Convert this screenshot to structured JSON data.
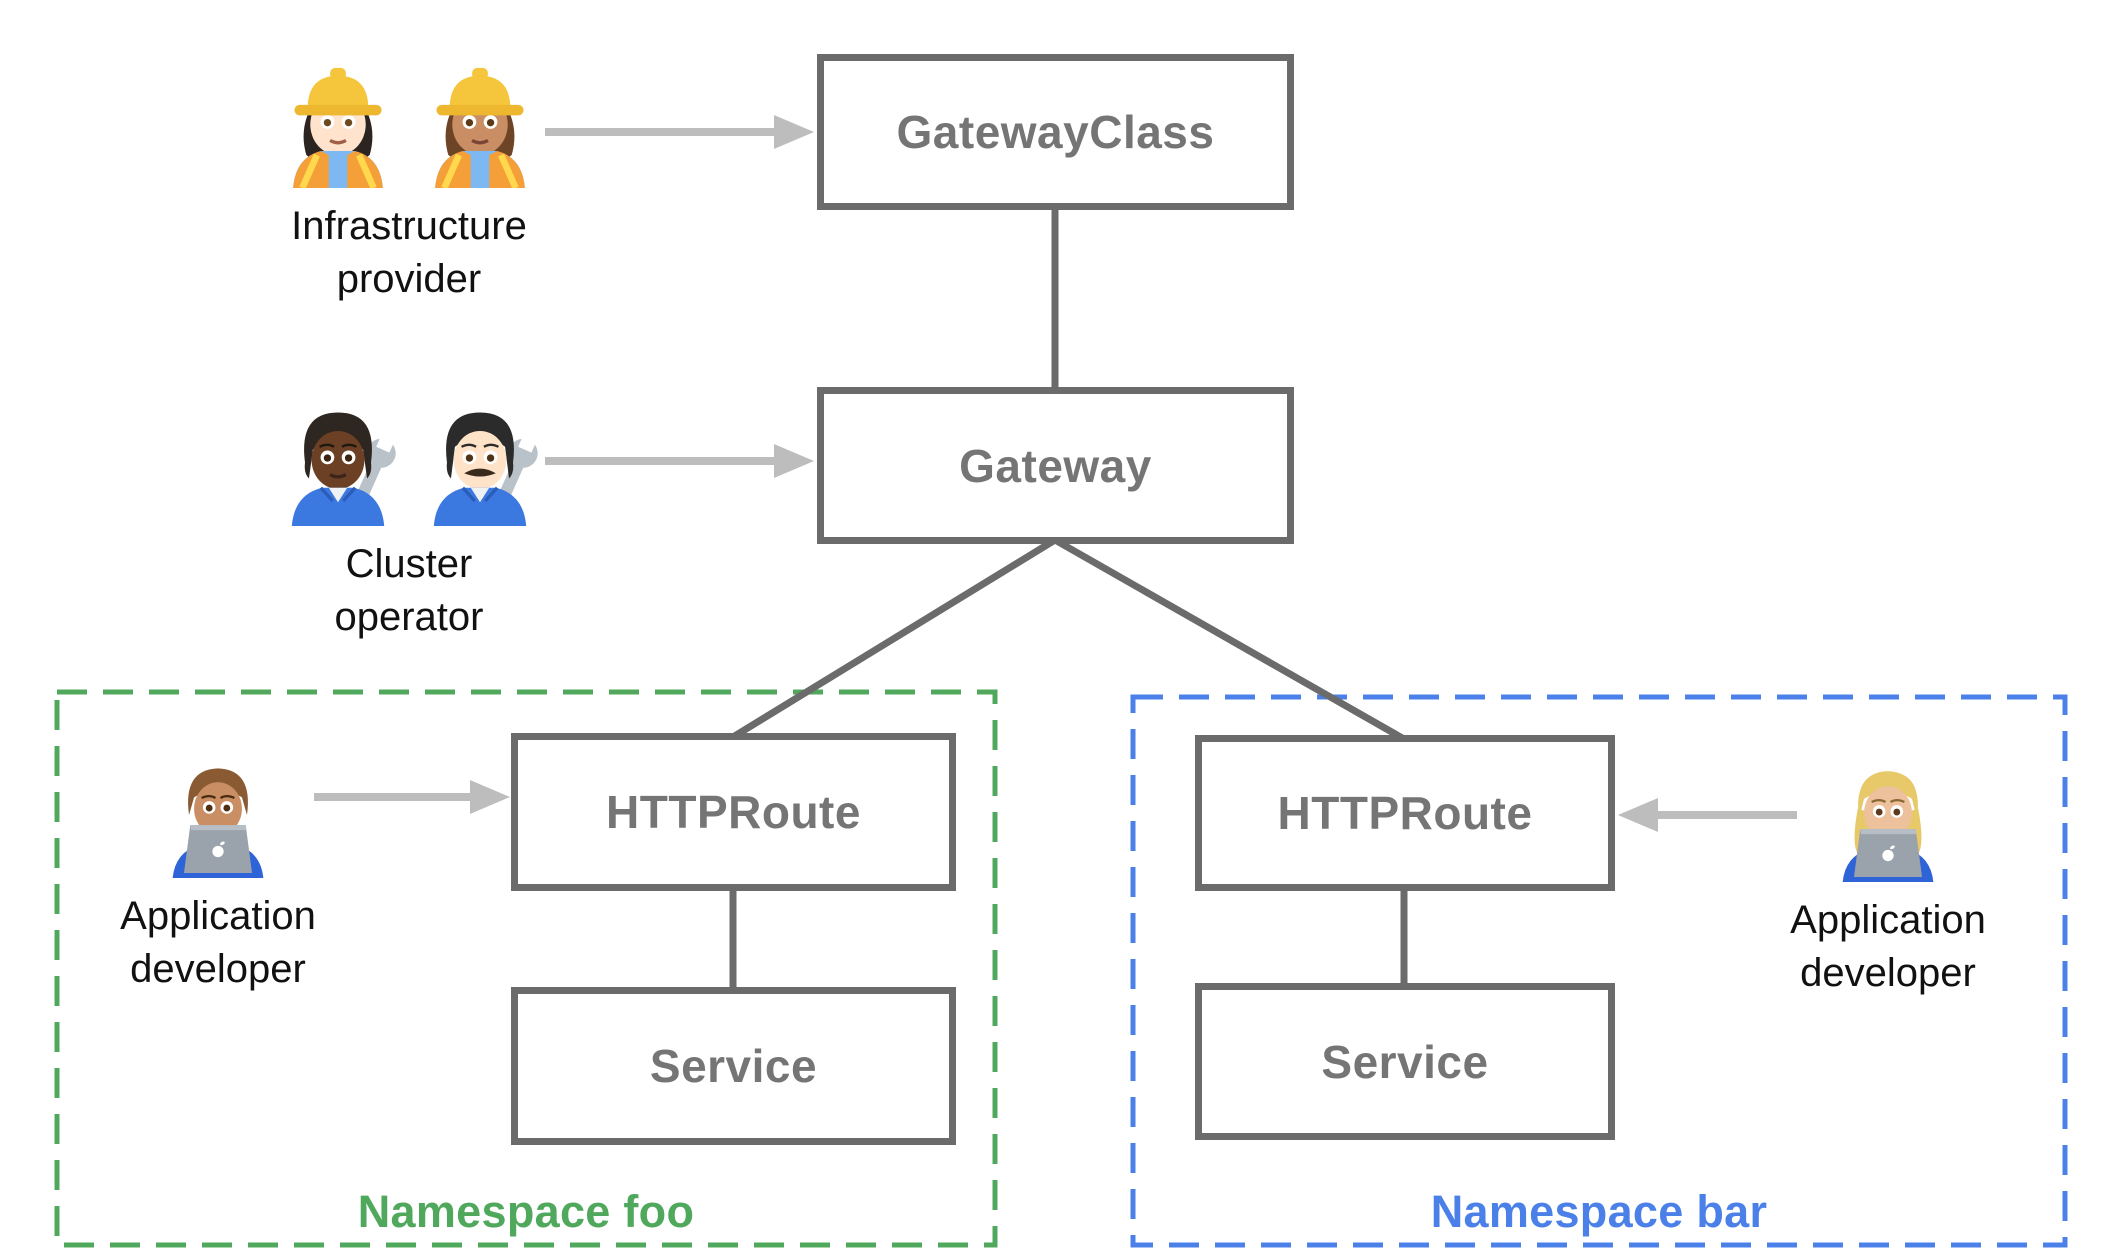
{
  "nodes": {
    "gateway_class": {
      "label": "GatewayClass"
    },
    "gateway": {
      "label": "Gateway"
    },
    "httproute_foo": {
      "label": "HTTPRoute"
    },
    "service_foo": {
      "label": "Service"
    },
    "httproute_bar": {
      "label": "HTTPRoute"
    },
    "service_bar": {
      "label": "Service"
    }
  },
  "namespaces": {
    "foo": {
      "label": "Namespace foo",
      "color": "#50a85c"
    },
    "bar": {
      "label": "Namespace bar",
      "color": "#4b80e8"
    }
  },
  "personas": {
    "infrastructure_provider": {
      "line1": "Infrastructure",
      "line2": "provider",
      "icons": [
        "woman-construction-worker-light-emoji",
        "woman-construction-worker-medium-emoji"
      ]
    },
    "cluster_operator": {
      "line1": "Cluster",
      "line2": "operator",
      "icons": [
        "mechanic-dark-emoji",
        "man-mechanic-light-emoji"
      ]
    },
    "app_developer_foo": {
      "line1": "Application",
      "line2": "developer",
      "icons": [
        "man-technologist-emoji"
      ]
    },
    "app_developer_bar": {
      "line1": "Application",
      "line2": "developer",
      "icons": [
        "woman-technologist-emoji"
      ]
    }
  },
  "colors": {
    "box_border": "#6b6b6b",
    "box_label": "#757575",
    "arrow": "#bdbdbd",
    "namespace_foo_green": "#50a85c",
    "namespace_bar_blue": "#4b80e8",
    "persona_text": "#111111"
  }
}
